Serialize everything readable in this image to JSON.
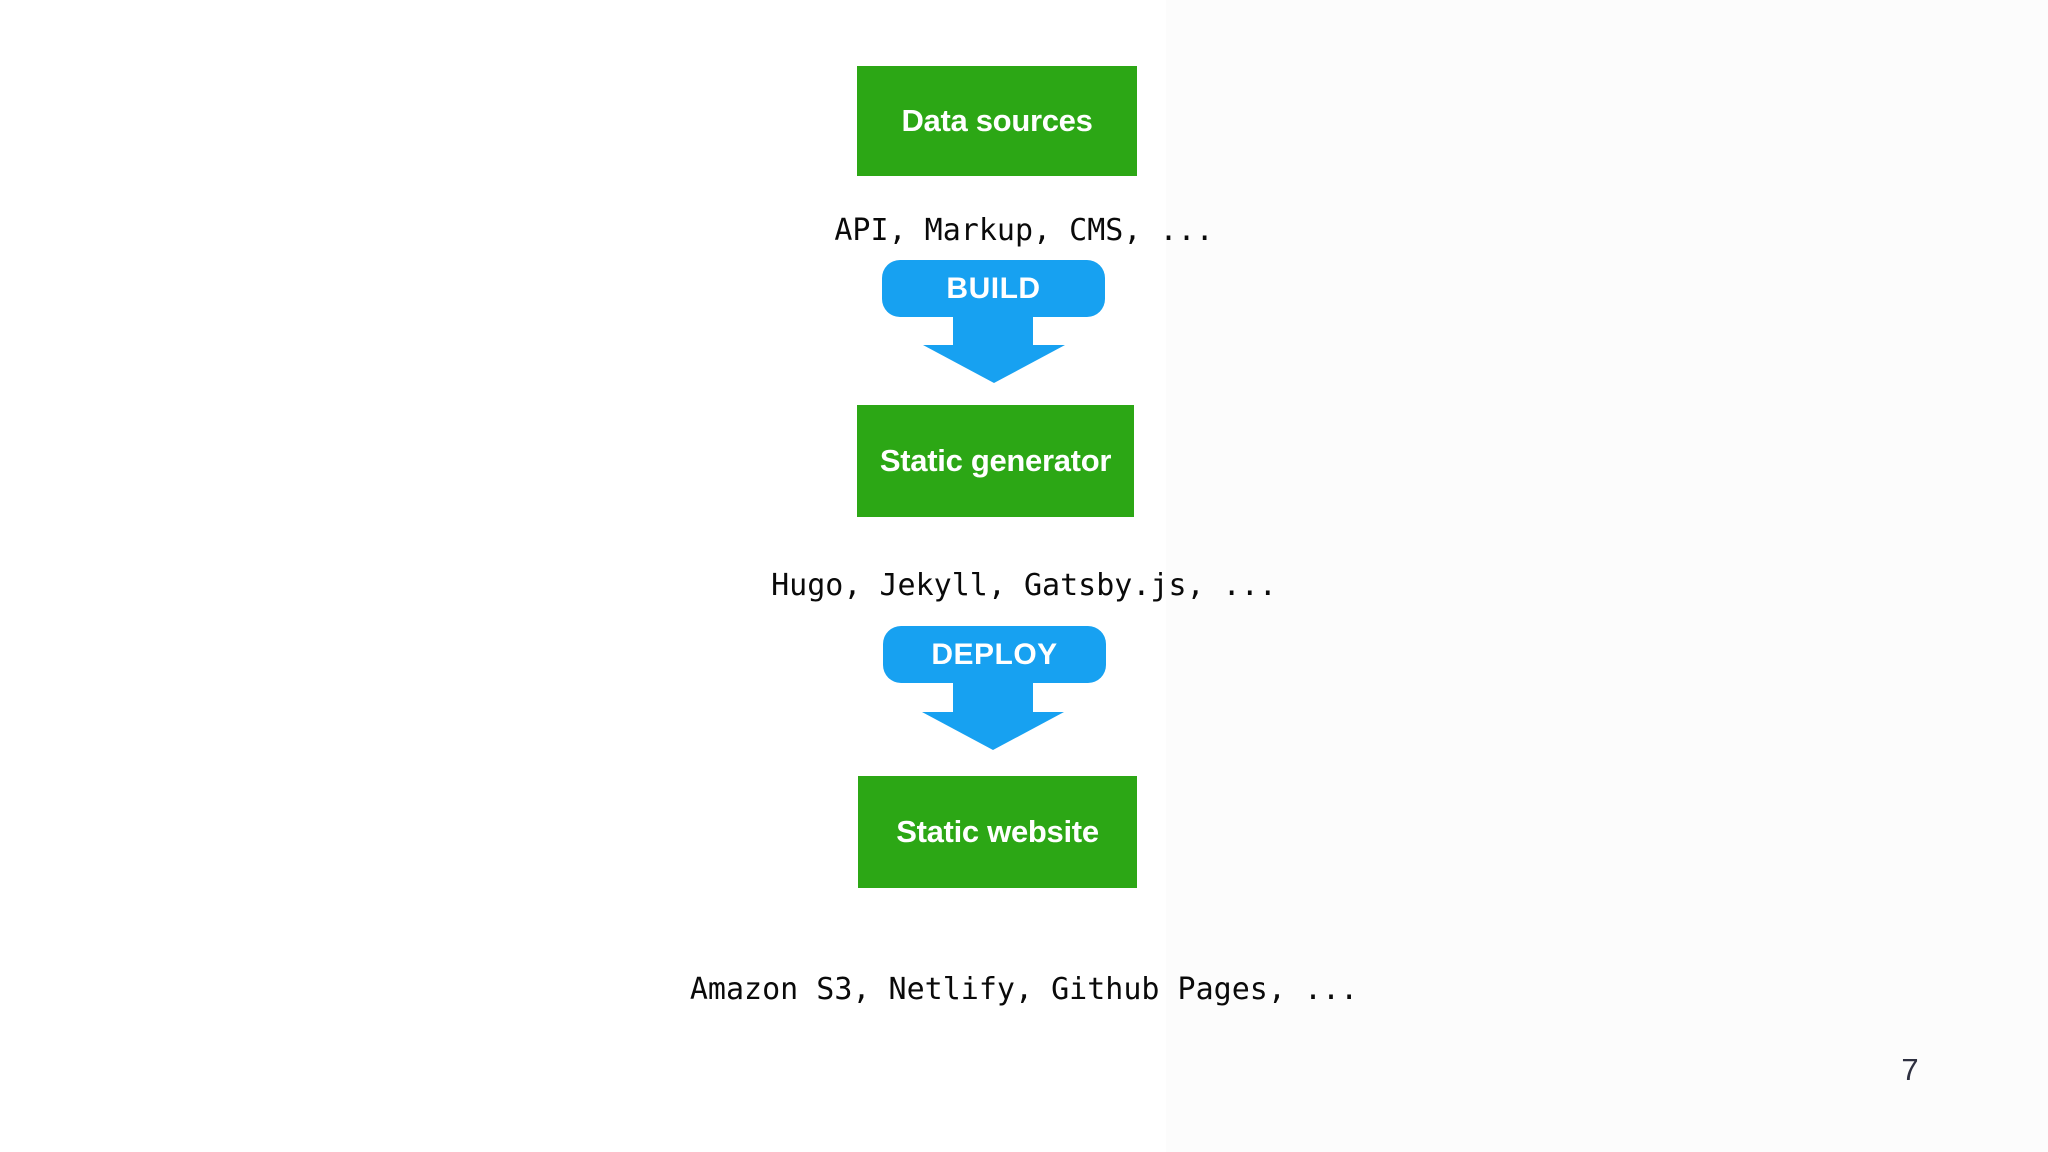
{
  "page": {
    "page_number": "7",
    "background": "#ffffff"
  },
  "colors": {
    "node_green": "#2CA715",
    "arrow_blue": "#17A1F1",
    "caption_text": "#0a0a0a",
    "node_label_text": "#ffffff",
    "page_number_text": "#2e3040"
  },
  "diagram": {
    "nodes": [
      {
        "id": "data-sources",
        "label": "Data sources"
      },
      {
        "id": "static-generator",
        "label": "Static generator"
      },
      {
        "id": "static-website",
        "label": "Static website"
      }
    ],
    "captions": [
      {
        "for": "data-sources",
        "text": "API, Markup, CMS, ..."
      },
      {
        "for": "static-generator",
        "text": "Hugo, Jekyll, Gatsby.js, ..."
      },
      {
        "for": "static-website",
        "text": "Amazon S3, Netlify, Github Pages, ..."
      }
    ],
    "arrows": [
      {
        "label": "BUILD",
        "from": "data-sources",
        "to": "static-generator"
      },
      {
        "label": "DEPLOY",
        "from": "static-generator",
        "to": "static-website"
      }
    ]
  }
}
